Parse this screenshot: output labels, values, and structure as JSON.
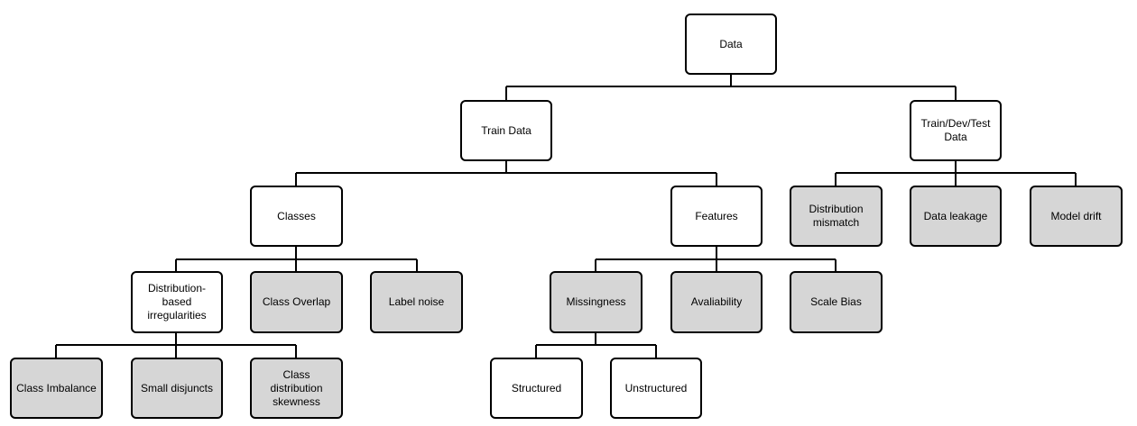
{
  "nodes": {
    "data": "Data",
    "train_data": "Train Data",
    "train_dev_test": "Train/Dev/Test\nData",
    "classes": "Classes",
    "features": "Features",
    "distribution_mismatch": "Distribution\nmismatch",
    "data_leakage": "Data leakage",
    "model_drift": "Model drift",
    "distribution_based": "Distribution-\nbased\nirregularities",
    "class_overlap": "Class Overlap",
    "label_noise": "Label noise",
    "missingness": "Missingness",
    "availability": "Avaliability",
    "scale_bias": "Scale Bias",
    "class_imbalance": "Class Imbalance",
    "small_disjuncts": "Small disjuncts",
    "class_distribution_skewness": "Class\ndistribution\nskewness",
    "structured": "Structured",
    "unstructured": "Unstructured"
  },
  "colors": {
    "leaf_fill": "#d6d6d6",
    "node_fill": "#ffffff",
    "border": "#000000"
  }
}
